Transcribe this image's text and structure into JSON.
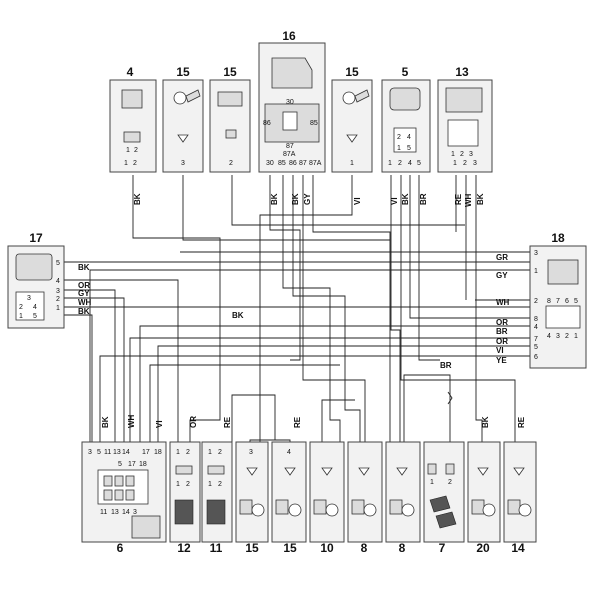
{
  "components": {
    "c4": {
      "num": "4",
      "pins": [
        "1",
        "2"
      ],
      "sym": [
        "1",
        "2"
      ],
      "wire": "BK"
    },
    "c15a": {
      "num": "15",
      "pins": [
        "3"
      ],
      "wire": ""
    },
    "c15b": {
      "num": "15",
      "pins": [
        "2"
      ],
      "wire": ""
    },
    "c16": {
      "num": "16",
      "pins": [
        "30",
        "85",
        "86",
        "87",
        "87A"
      ],
      "relay": [
        "30",
        "86",
        "85",
        "87",
        "87A"
      ],
      "wires": [
        "BK",
        "BK",
        "GY"
      ]
    },
    "c15c": {
      "num": "15",
      "pins": [
        "1"
      ],
      "wire": "VI"
    },
    "c5": {
      "num": "5",
      "pins": [
        "1",
        "2",
        "4",
        "5"
      ],
      "sym": [
        "2",
        "4",
        "1",
        "5"
      ],
      "wires": [
        "VI",
        "BK",
        "BR"
      ]
    },
    "c13": {
      "num": "13",
      "pins": [
        "1",
        "2",
        "3"
      ],
      "sym": [
        "1",
        "2",
        "3"
      ],
      "wires": [
        "RE",
        "WH",
        "BK"
      ]
    },
    "c17": {
      "num": "17",
      "pins": [
        "5",
        "4",
        "3",
        "2",
        "1"
      ],
      "sym": [
        "3",
        "2",
        "4",
        "1",
        "5"
      ],
      "wires": [
        "BK",
        "OR",
        "GY",
        "WH",
        "BK"
      ]
    },
    "c18": {
      "num": "18",
      "pins": [
        "3",
        "1",
        "2",
        "8",
        "4",
        "7",
        "5",
        "6"
      ],
      "sym_top": [
        "8",
        "7",
        "6",
        "5"
      ],
      "sym_bot": [
        "4",
        "3",
        "2",
        "1"
      ],
      "wires": [
        "GR",
        "GY",
        "WH",
        "OR",
        "BR",
        "OR",
        "VI",
        "YE"
      ]
    },
    "c6": {
      "num": "6",
      "pins": [
        "3",
        "5",
        "11",
        "13",
        "14",
        "17",
        "18"
      ],
      "sym_top": [
        "5",
        "17",
        "18"
      ],
      "sym_bot": [
        "11",
        "13",
        "14",
        "3"
      ],
      "wires": [
        "BK",
        "WH",
        "VI"
      ]
    },
    "c12": {
      "num": "12",
      "pins": [
        "1",
        "2"
      ],
      "sym": [
        "1",
        "2"
      ],
      "wire": "OR"
    },
    "c11": {
      "num": "11",
      "pins": [
        "1",
        "2"
      ],
      "sym": [
        "1",
        "2"
      ],
      "wire": "RE"
    },
    "c15d": {
      "num": "15",
      "pins": [
        "3"
      ],
      "wire": ""
    },
    "c15e": {
      "num": "15",
      "pins": [
        "4"
      ],
      "wire": "RE"
    },
    "c10": {
      "num": "10"
    },
    "c8a": {
      "num": "8"
    },
    "c8b": {
      "num": "8"
    },
    "c7": {
      "num": "7",
      "pins": [
        "1",
        "2"
      ],
      "sym": [
        "1",
        "2"
      ],
      "wire": "BR"
    },
    "c20": {
      "num": "20",
      "wire": "BK"
    },
    "c14": {
      "num": "14",
      "wire": "RE"
    }
  },
  "misc_wire": "BK"
}
